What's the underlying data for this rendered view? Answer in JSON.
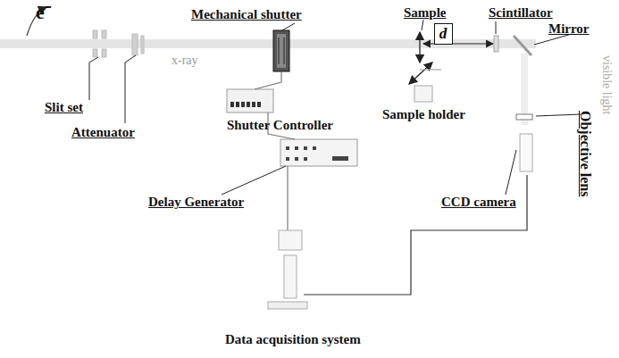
{
  "diagram": {
    "nodes": [
      {
        "text": [
          "d"
        ]
      }
    ],
    "labels": [
      "e⁻",
      "Mechanical shutter",
      "Sample",
      "Scintillator",
      "Mirror",
      "x-ray",
      "visible light",
      "Slit set",
      "Attenuator",
      "Shutter Controller",
      "Sample holder",
      "Delay Generator",
      "CCD camera",
      "Objective lens",
      "Data acquisition system"
    ]
  }
}
